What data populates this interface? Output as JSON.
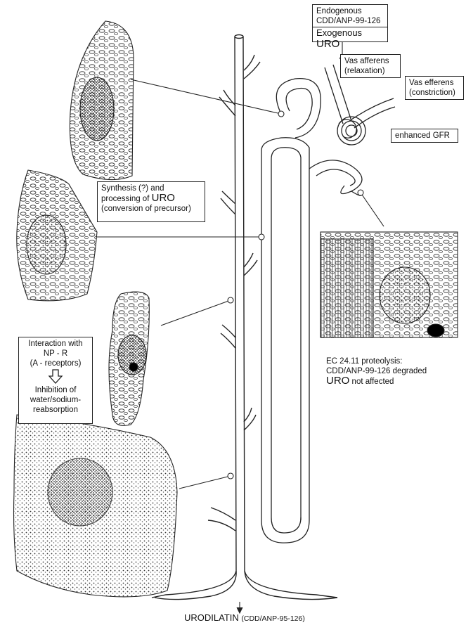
{
  "labels": {
    "endogenous_title": "Endogenous",
    "endogenous_peptide": "CDD/ANP-99-126",
    "exogenous_prefix": "Exogenous",
    "exogenous_uro": "URO",
    "vas_afferens": "Vas afferens",
    "vas_afferens_effect": "(relaxation)",
    "vas_efferens": "Vas efferens",
    "vas_efferens_effect": "(constriction)",
    "gfr": "enhanced GFR",
    "synthesis_line1": "Synthesis (?)  and",
    "synthesis_line2_prefix": "processing of",
    "synthesis_uro": "URO",
    "synthesis_line3": "(conversion of precursor)",
    "interaction_line1": "Interaction with",
    "interaction_line2": "NP - R",
    "interaction_line3": "(A - receptors)",
    "inhibition_line1": "Inhibition of",
    "inhibition_line2": "water/sodium-",
    "inhibition_line3": "reabsorption",
    "ec_line1": "EC 24.11 proteolysis:",
    "ec_line2": "CDD/ANP-99-126 degraded",
    "ec_uro": "URO",
    "ec_line3_suffix": "not affected",
    "bottom_main": "URODILATIN",
    "bottom_sub": "(CDD/ANP-95-126)"
  }
}
